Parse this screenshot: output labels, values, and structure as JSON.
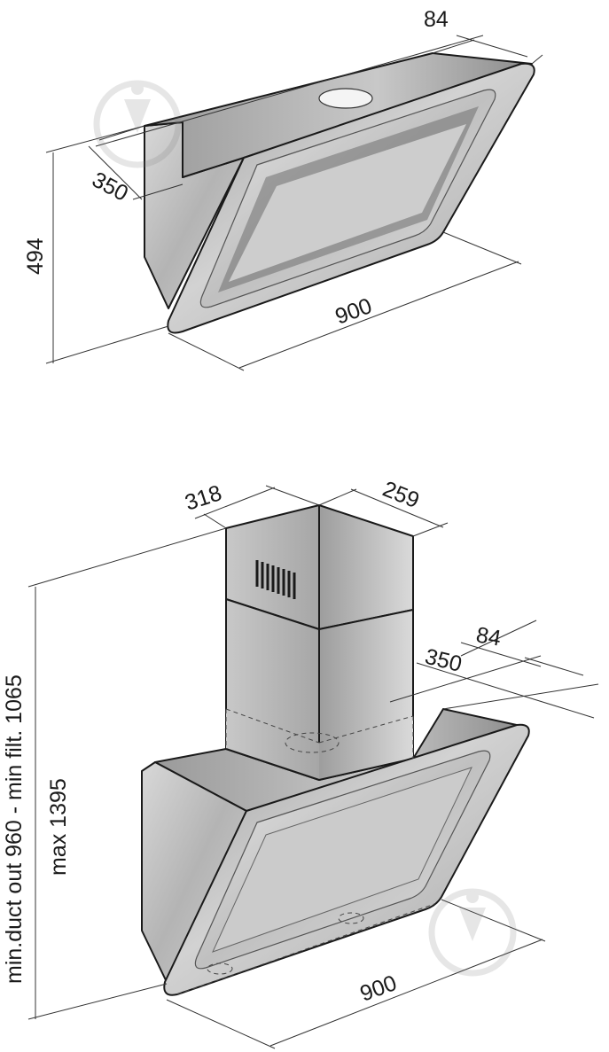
{
  "top_view": {
    "depth_top": "84",
    "depth": "350",
    "height": "494",
    "width": "900"
  },
  "bottom_view": {
    "chimney_width": "318",
    "chimney_depth": "259",
    "depth_top": "84",
    "depth": "350",
    "height_label": "min.duct out 960 - min filt. 1065",
    "max_label": "max 1395",
    "width": "900"
  },
  "colors": {
    "steel_light": "#e6e6e6",
    "steel_mid": "#b5b5b5",
    "steel_dark": "#8a8a8a",
    "glass": "#c2c2c2",
    "outline": "#1a1a1a"
  },
  "watermark": {
    "icon": "brand-watermark-icon"
  }
}
